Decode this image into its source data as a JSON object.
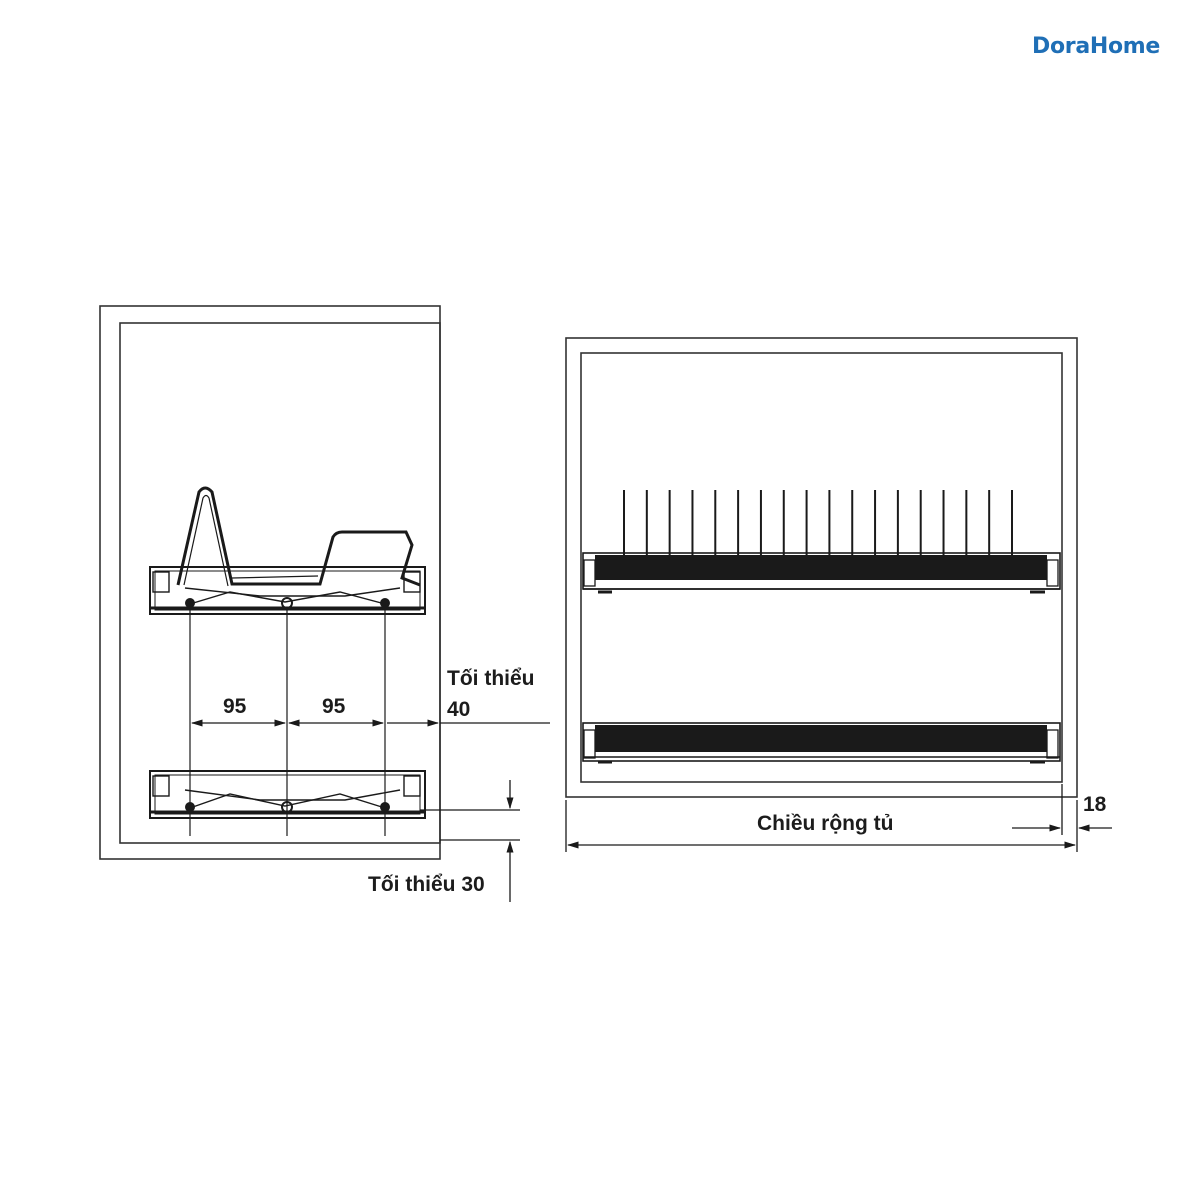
{
  "brand": {
    "name": "DoraHome"
  },
  "side_view": {
    "spacing_left": "95",
    "spacing_right": "95",
    "min_side_label": "Tối thiểu",
    "min_side_value": "40",
    "min_bottom": "Tối thiểu 30"
  },
  "front_view": {
    "width_label": "Chiều rộng tủ",
    "panel_thickness": "18",
    "upper_rack_tines": 18
  },
  "colors": {
    "line": "#1a1a1a",
    "cabinet": "#444444",
    "brand": "#1f6fb6"
  }
}
